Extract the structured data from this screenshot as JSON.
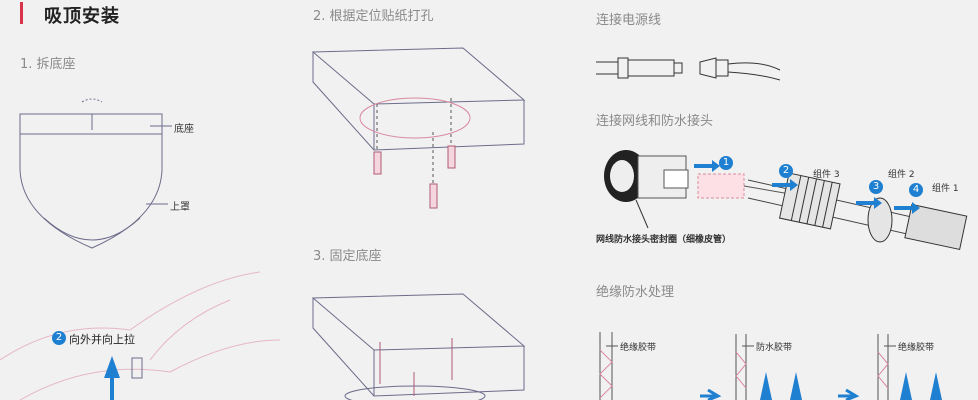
{
  "header": {
    "title": "吸顶安装"
  },
  "steps": {
    "s1": "1. 拆底座",
    "s2": "2. 根据定位贴纸打孔",
    "s3": "3. 固定底座",
    "power": "连接电源线",
    "network": "连接网线和防水接头",
    "waterproof": "绝缘防水处理"
  },
  "labels": {
    "base": "底座",
    "cover": "上罩",
    "pull_badge": "2",
    "pull_text": "向外并向上拉",
    "part3": "组件 3",
    "part2": "组件 2",
    "part1": "组件 1",
    "seal": "网线防水接头密封圈（细橡皮管）",
    "n1": "1",
    "n2": "2",
    "n3": "3",
    "n4": "4",
    "tape_insulate": "绝缘胶带",
    "tape_waterproof": "防水胶带",
    "tape_insulate2": "绝缘胶带"
  },
  "colors": {
    "accent": "#d93349",
    "blue": "#1f7fd0",
    "line": "#6c6c8a",
    "pink": "#d98aa0"
  }
}
